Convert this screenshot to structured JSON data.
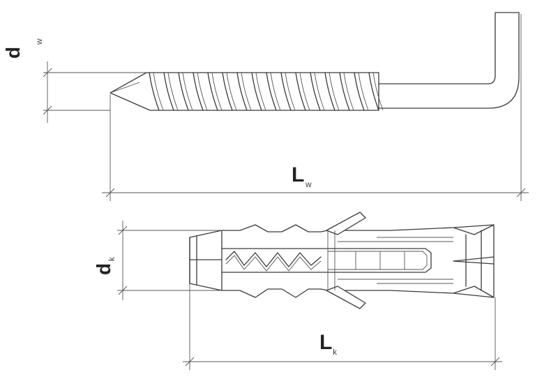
{
  "screw_hook": {
    "diameter_symbol": "d",
    "diameter_sub": "w",
    "length_symbol": "L",
    "length_sub": "w"
  },
  "wall_plug": {
    "diameter_symbol": "d",
    "diameter_sub": "k",
    "length_symbol": "L",
    "length_sub": "k"
  }
}
